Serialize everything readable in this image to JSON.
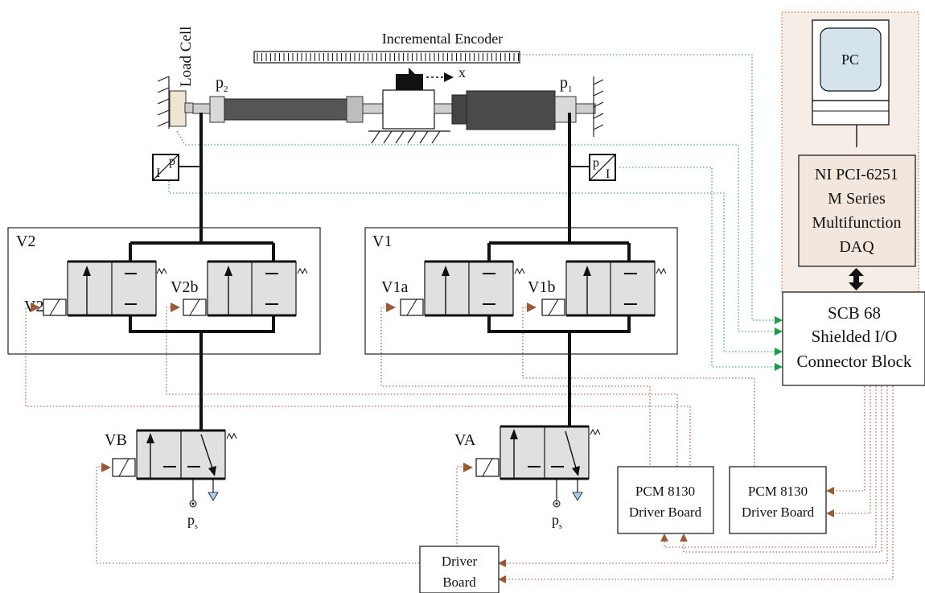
{
  "labels": {
    "load_cell": "Load Cell",
    "encoder": "Incremental Encoder",
    "x": "x",
    "p2_base": "p",
    "p2_sub": "2",
    "p1_base": "p",
    "p1_sub": "1",
    "sensor_left_a": "I",
    "sensor_left_b": "p",
    "sensor_right_a": "p",
    "sensor_right_b": "I",
    "v2": "V2",
    "v2a": "V2a",
    "v2b": "V2b",
    "v1": "V1",
    "v1a": "V1a",
    "v1b": "V1b",
    "vb": "VB",
    "va": "VA",
    "ps_base": "p",
    "ps_sub": "s",
    "pc": "PC",
    "daq": [
      "NI PCI-6251",
      "M Series",
      "Multifunction",
      "DAQ"
    ],
    "scb": [
      "SCB 68",
      "Shielded I/O",
      "Connector Block"
    ],
    "pcm_left": [
      "PCM 8130",
      "Driver Board"
    ],
    "pcm_right": [
      "PCM 8130",
      "Driver Board"
    ],
    "driver": [
      "Driver",
      "Board"
    ]
  },
  "colors": {
    "daq_fill": "#f3e6dc",
    "pc_panel": "#f6ede6",
    "monitor_screen": "#d5e4ec",
    "signal_green": "#2a8a6a",
    "signal_red": "#a04a3a",
    "arrow_green": "#1f9c4a",
    "arrow_brown": "#9a5a3a",
    "valve_fill": "#e0e0e0",
    "load_cell_fill": "#eee5d3"
  }
}
